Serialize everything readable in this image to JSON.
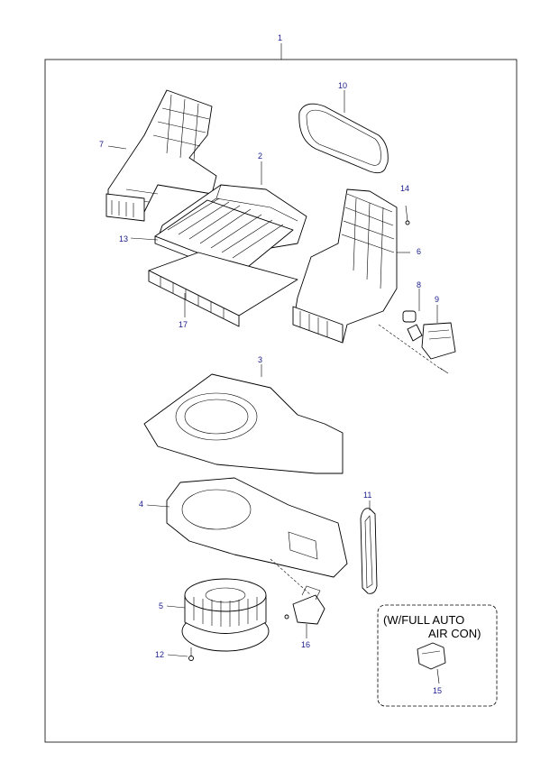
{
  "callouts": {
    "c1": "1",
    "c2": "2",
    "c3": "3",
    "c4": "4",
    "c5": "5",
    "c6": "6",
    "c7": "7",
    "c8": "8",
    "c9": "9",
    "c10": "10",
    "c11": "11",
    "c12": "12",
    "c13": "13",
    "c14": "14",
    "c15": "15",
    "c16": "16",
    "c17": "17"
  },
  "option_box": {
    "line1": "(W/FULL AUTO",
    "line2": "AIR CON)"
  },
  "colors": {
    "callout_text": "#1a1a8c",
    "line": "#000000"
  }
}
